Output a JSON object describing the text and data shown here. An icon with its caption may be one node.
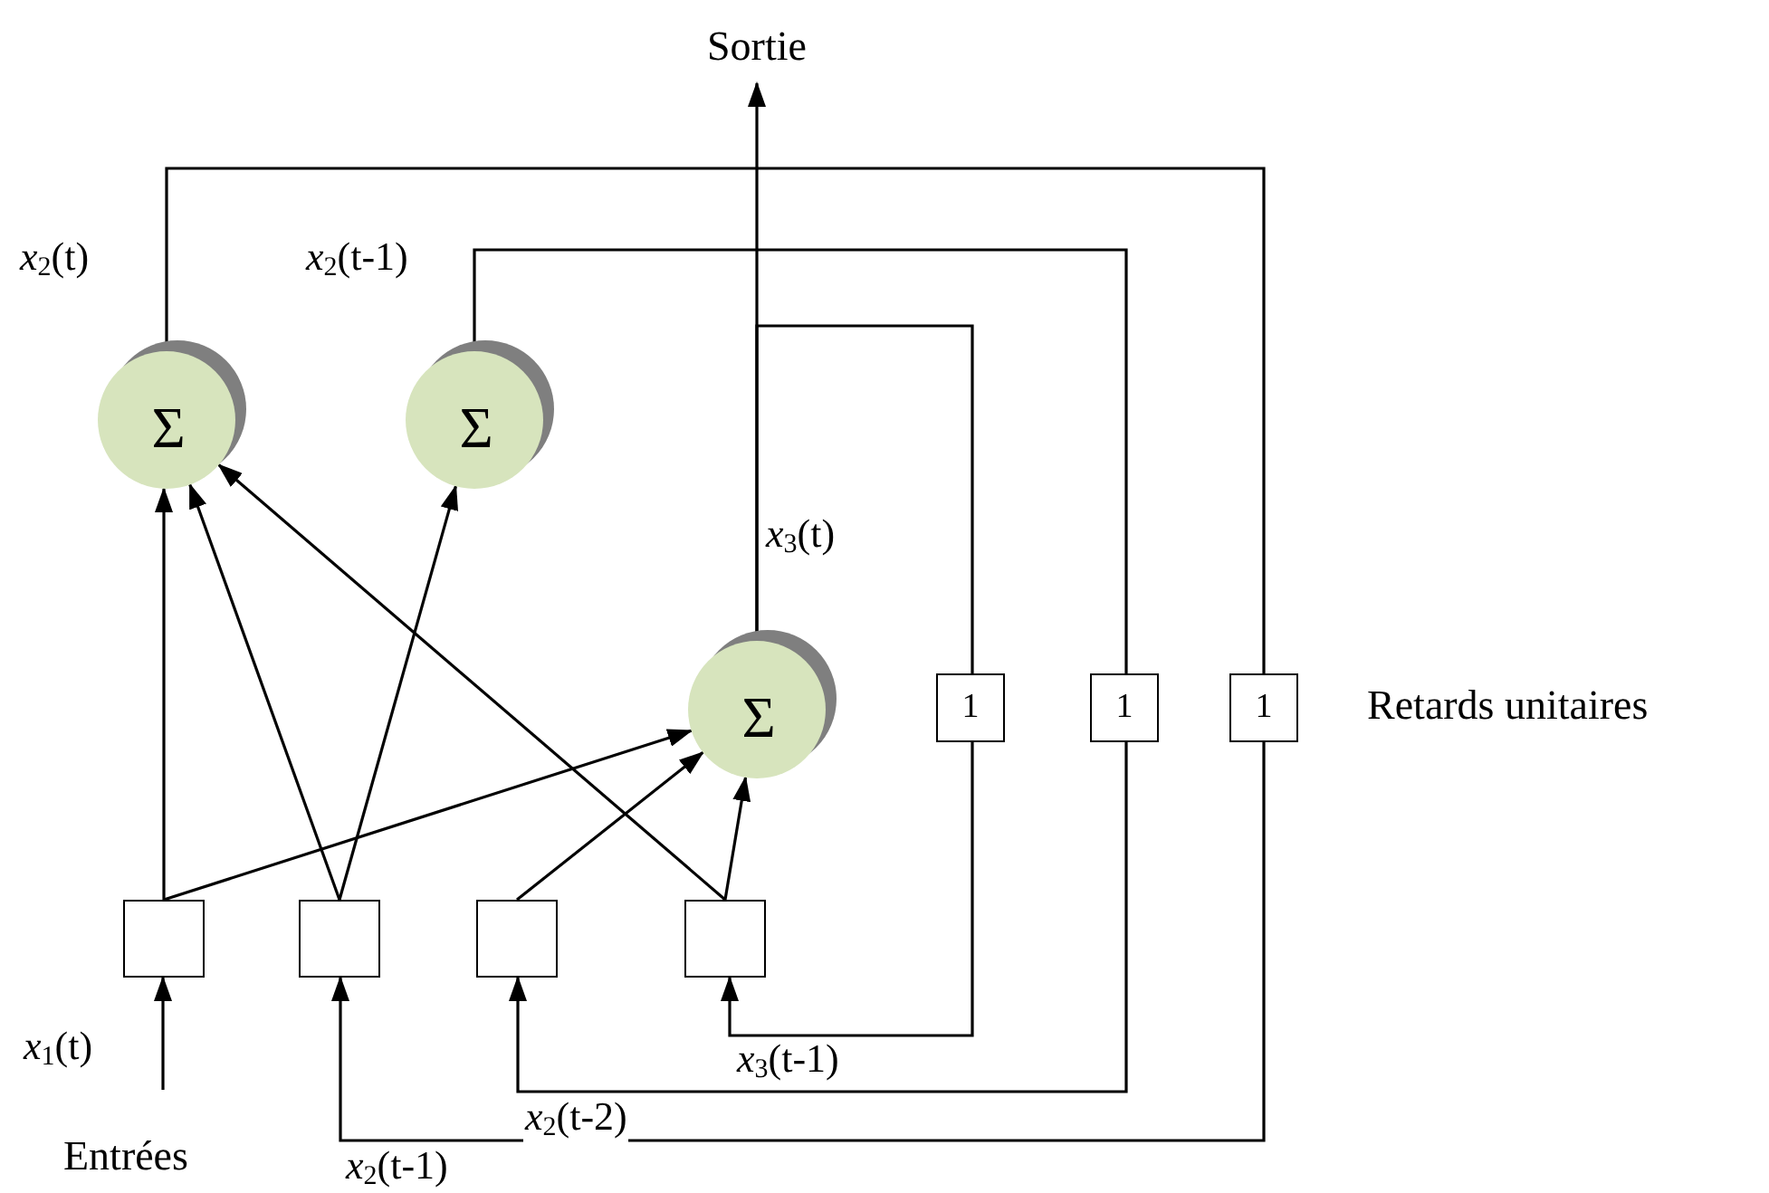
{
  "diagram": {
    "nodes": [
      {
        "text": [
          "Sortie"
        ]
      },
      {
        "text": [
          "Σ"
        ]
      },
      {
        "text": [
          "Σ"
        ]
      },
      {
        "text": [
          "Σ"
        ]
      },
      {
        "text": [
          "1"
        ]
      },
      {
        "text": [
          "1"
        ]
      },
      {
        "text": [
          "1"
        ]
      },
      {
        "text": [],
        "shape": "box"
      },
      {
        "text": [],
        "shape": "box"
      },
      {
        "text": [],
        "shape": "box"
      },
      {
        "text": [],
        "shape": "box"
      }
    ],
    "edges": [
      {
        "from": 3,
        "to": 0,
        "arrow": "to",
        "label": "*x*$_{3}$(t)"
      },
      {
        "from": 1,
        "to": 6,
        "arrow": "none",
        "label": "*x*$_{2}$(t)"
      },
      {
        "from": 2,
        "to": 5,
        "arrow": "none",
        "label": "*x*$_{2}$(t-1)"
      },
      {
        "from": 3,
        "to": 4,
        "arrow": "none"
      },
      {
        "from": 4,
        "to": 10,
        "arrow": "to",
        "label": "*x*$_{3}$(t-1)"
      },
      {
        "from": 5,
        "to": 9,
        "arrow": "to",
        "label": "*x*$_{2}$(t-2)"
      },
      {
        "from": 6,
        "to": 8,
        "arrow": "to",
        "label": "*x*$_{2}$(t-1)"
      },
      {
        "from": null,
        "to": 7,
        "arrow": "to",
        "label": "*x*$_{1}$(t)"
      },
      {
        "from": 7,
        "to": 1,
        "arrow": "to"
      },
      {
        "from": 7,
        "to": 3,
        "arrow": "to"
      },
      {
        "from": 8,
        "to": 1,
        "arrow": "to"
      },
      {
        "from": 8,
        "to": 2,
        "arrow": "to"
      },
      {
        "from": 10,
        "to": 1,
        "arrow": "to"
      },
      {
        "from": 9,
        "to": 3,
        "arrow": "to"
      },
      {
        "from": 10,
        "to": 3,
        "arrow": "to"
      }
    ],
    "labels": [
      "Retards unitaires",
      "Entrées"
    ]
  }
}
